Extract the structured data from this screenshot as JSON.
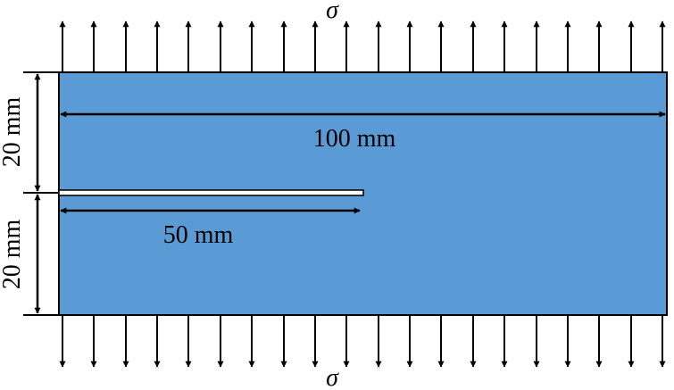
{
  "diagram": {
    "stress_top": "σ",
    "stress_bottom": "σ",
    "width_label": "100 mm",
    "crack_label": "50 mm",
    "upper_height_label": "20 mm",
    "lower_height_label": "20 mm",
    "arrow_count_per_side": 20
  },
  "colors": {
    "plate_fill": "#5b9bd5",
    "line": "#000000",
    "crack_fill": "#ffffff"
  }
}
